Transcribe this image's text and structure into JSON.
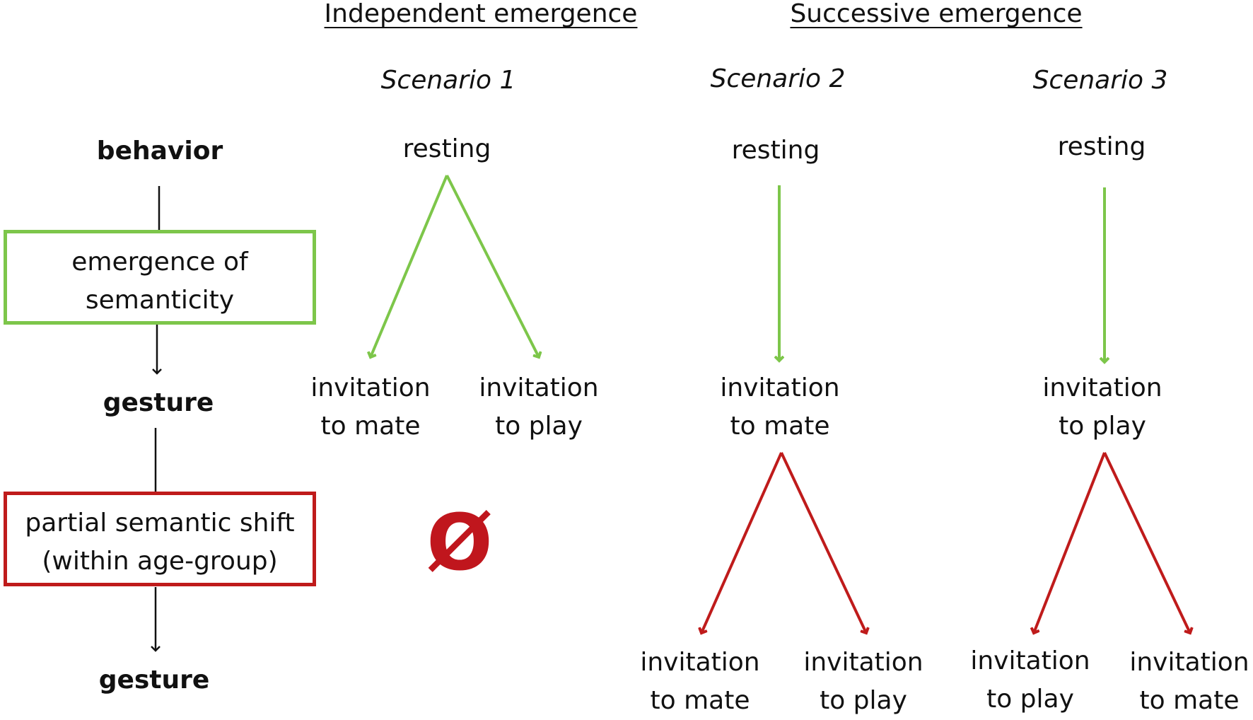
{
  "headers": {
    "independent": "Independent emergence",
    "successive": "Successive emergence"
  },
  "scenarios": {
    "s1": "Scenario 1",
    "s2": "Scenario 2",
    "s3": "Scenario 3"
  },
  "legend": {
    "behavior": "behavior",
    "semanticity_line1": "emergence of",
    "semanticity_line2": "semanticity",
    "gesture1": "gesture",
    "shift_line1": "partial semantic shift",
    "shift_line2": "(within age-group)",
    "gesture2": "gesture"
  },
  "s1": {
    "top": "resting",
    "left_line1": "invitation",
    "left_line2": "to mate",
    "right_line1": "invitation",
    "right_line2": "to play",
    "empty_symbol": "Ø"
  },
  "s2": {
    "top": "resting",
    "mid_line1": "invitation",
    "mid_line2": "to mate",
    "left_line1": "invitation",
    "left_line2": "to mate",
    "right_line1": "invitation",
    "right_line2": "to play"
  },
  "s3": {
    "top": "resting",
    "mid_line1": "invitation",
    "mid_line2": "to play",
    "left_line1": "invitation",
    "left_line2": "to play",
    "right_line1": "invitation",
    "right_line2": "to mate"
  },
  "colors": {
    "semanticity_green": "#7dc64a",
    "shift_red": "#bf1b1b",
    "empty_red": "#c0161d"
  }
}
